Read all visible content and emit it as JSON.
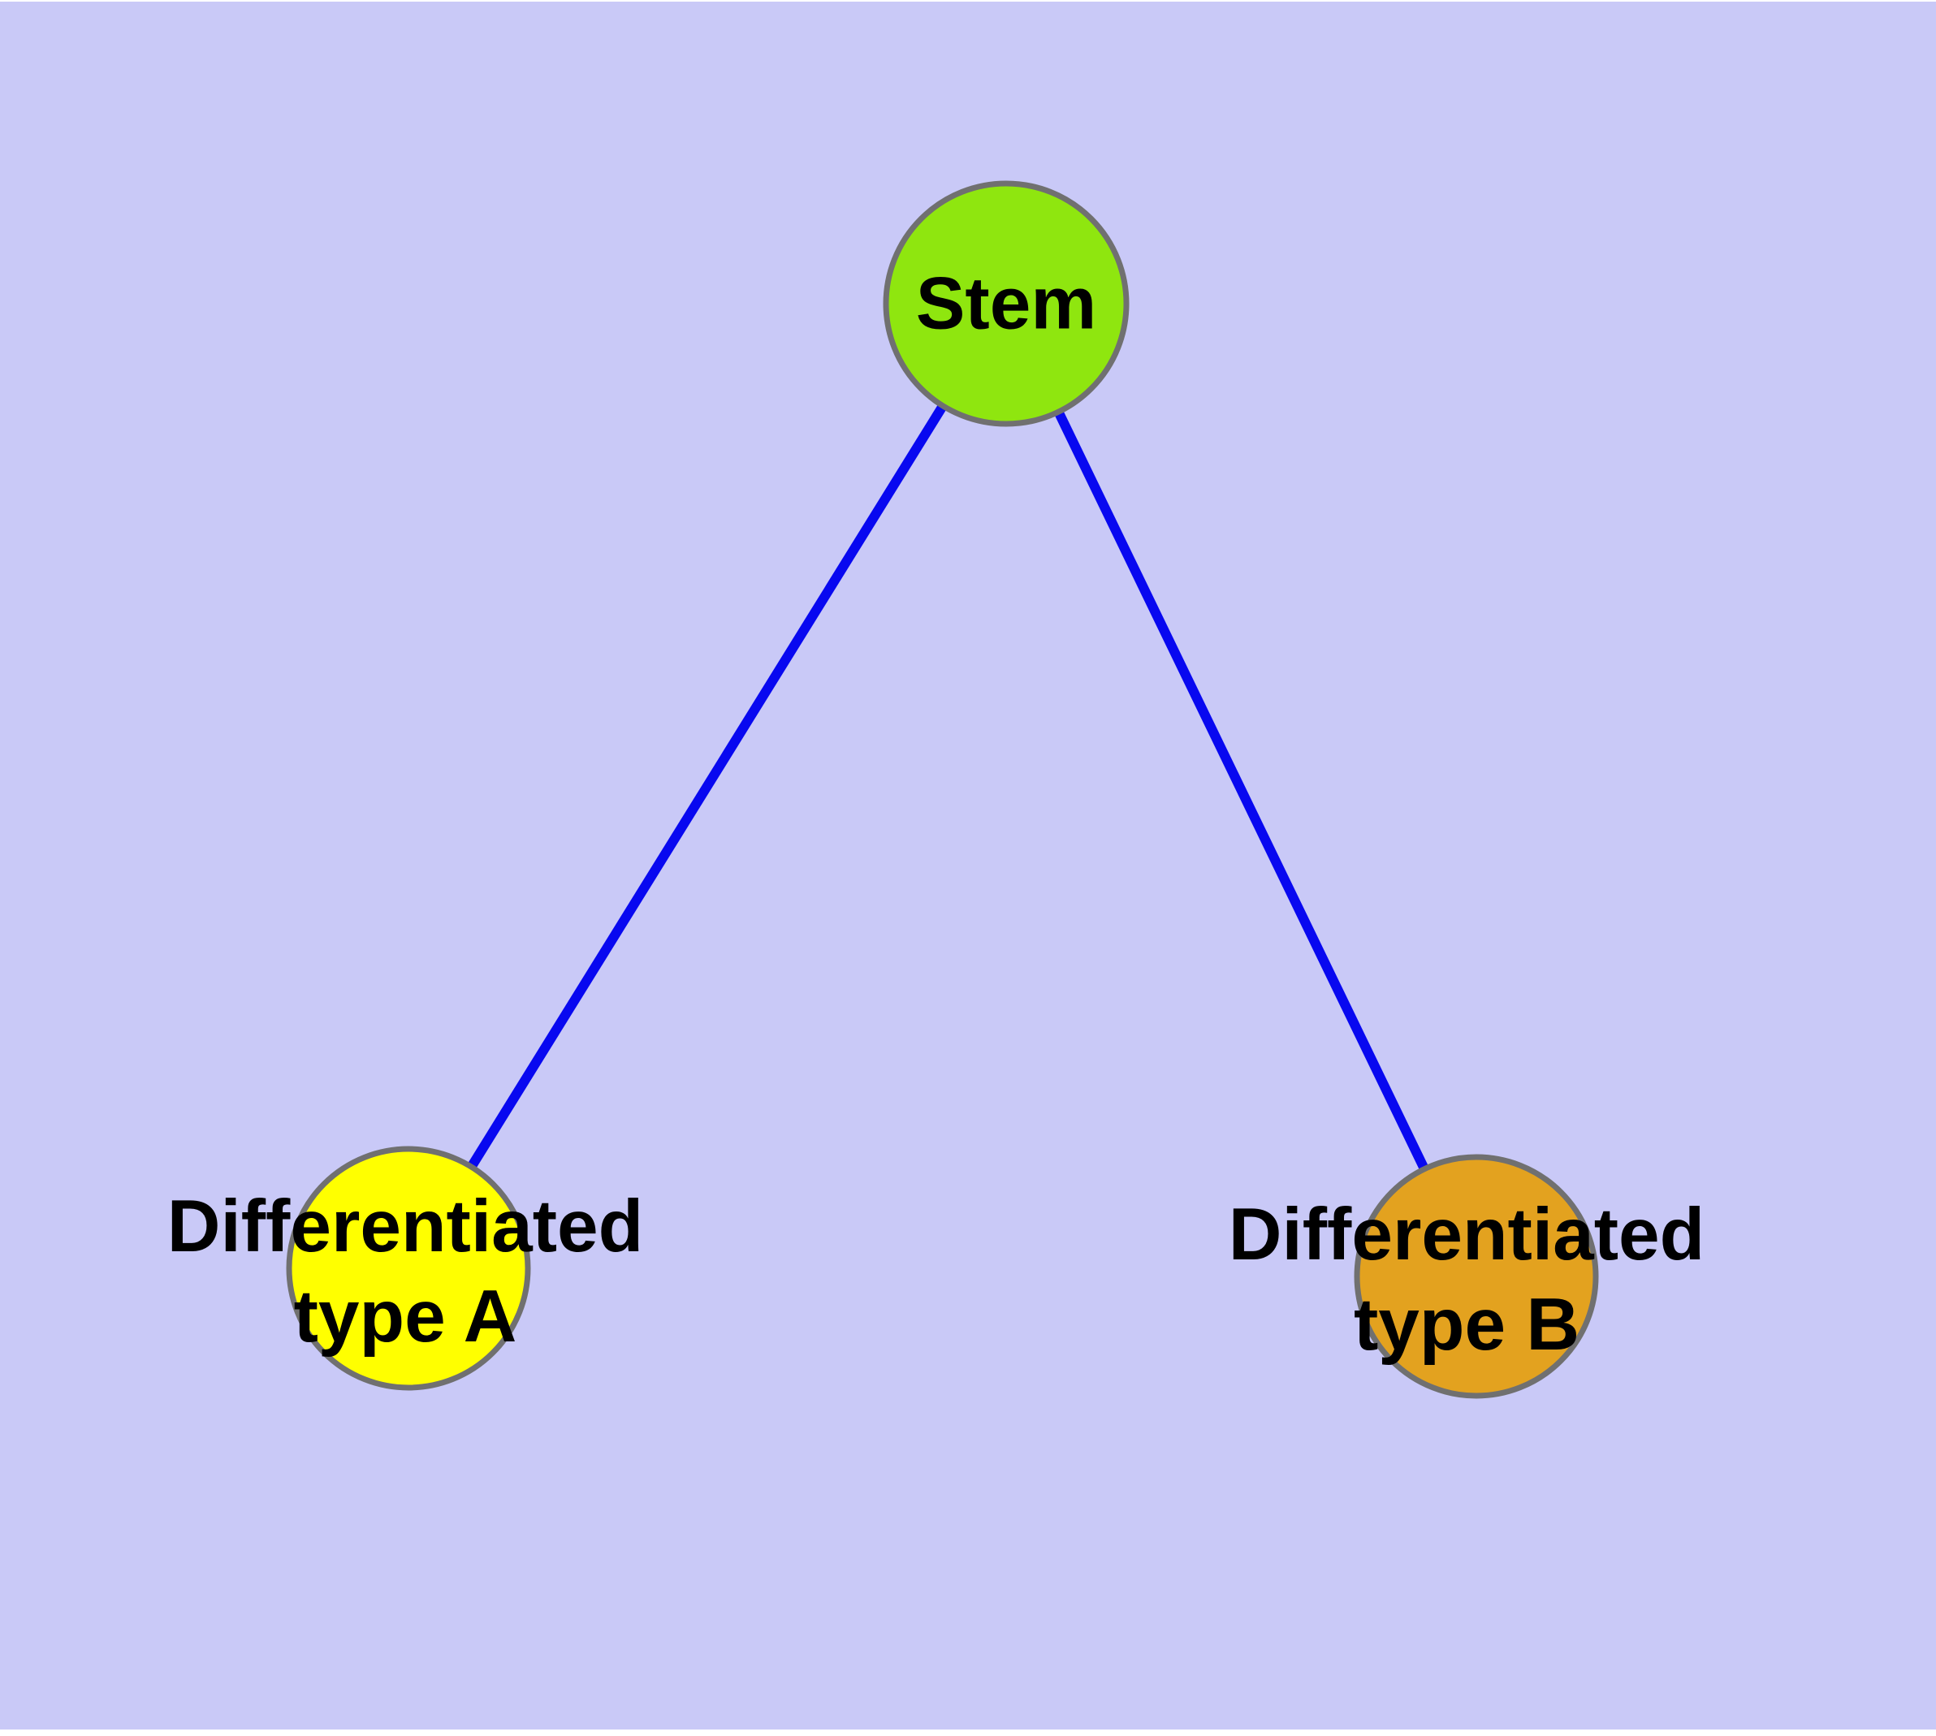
{
  "diagram": {
    "background_color": "#C9C9F7",
    "edge_color": "#0808F0",
    "node_border_color": "#707070",
    "label_color": "#000000",
    "nodes": {
      "stem": {
        "label": "Stem",
        "fill": "#8FE60F"
      },
      "type_a": {
        "label_line1": "Differentiated",
        "label_line2": "type A",
        "fill": "#FFFF00"
      },
      "type_b": {
        "label_line1": "Differentiated",
        "label_line2": "type B",
        "fill": "#E3A21F"
      }
    },
    "edges": [
      {
        "from": "stem",
        "to": "type_a"
      },
      {
        "from": "stem",
        "to": "type_b"
      }
    ]
  }
}
